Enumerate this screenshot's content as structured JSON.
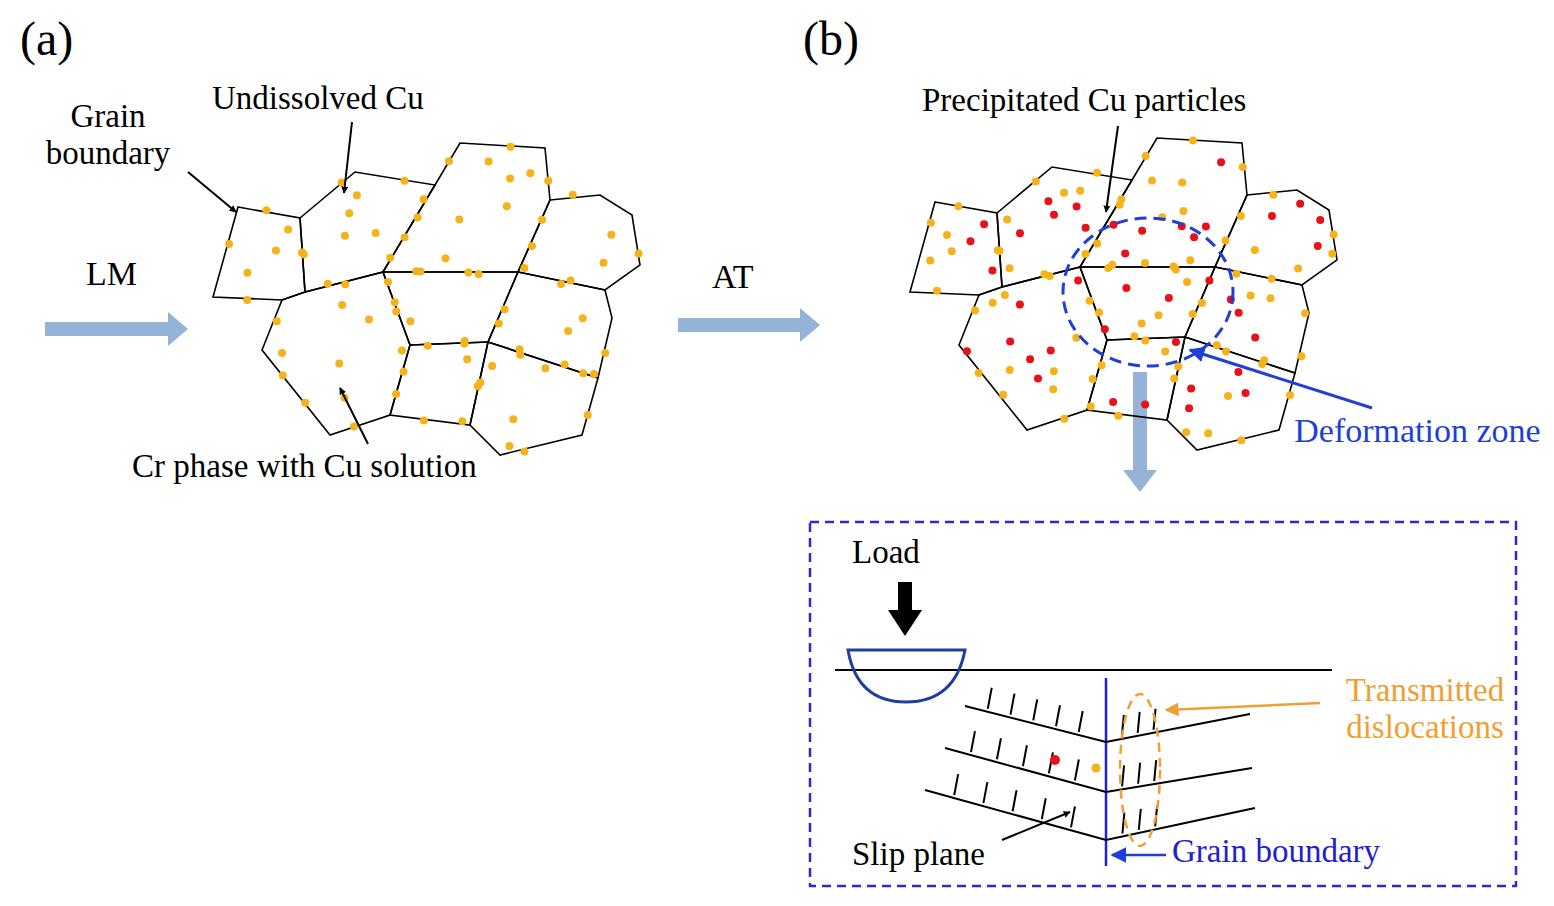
{
  "diagram": {
    "labels": [
      "(a)",
      "Grain boundary",
      "Undissolved Cu",
      "LM",
      "Cr phase with Cu solution",
      "AT",
      "(b)",
      "Precipitated Cu particles",
      "Deformation zone",
      "Load",
      "Transmitted dislocations",
      "Slip plane",
      "Grain boundary"
    ]
  }
}
